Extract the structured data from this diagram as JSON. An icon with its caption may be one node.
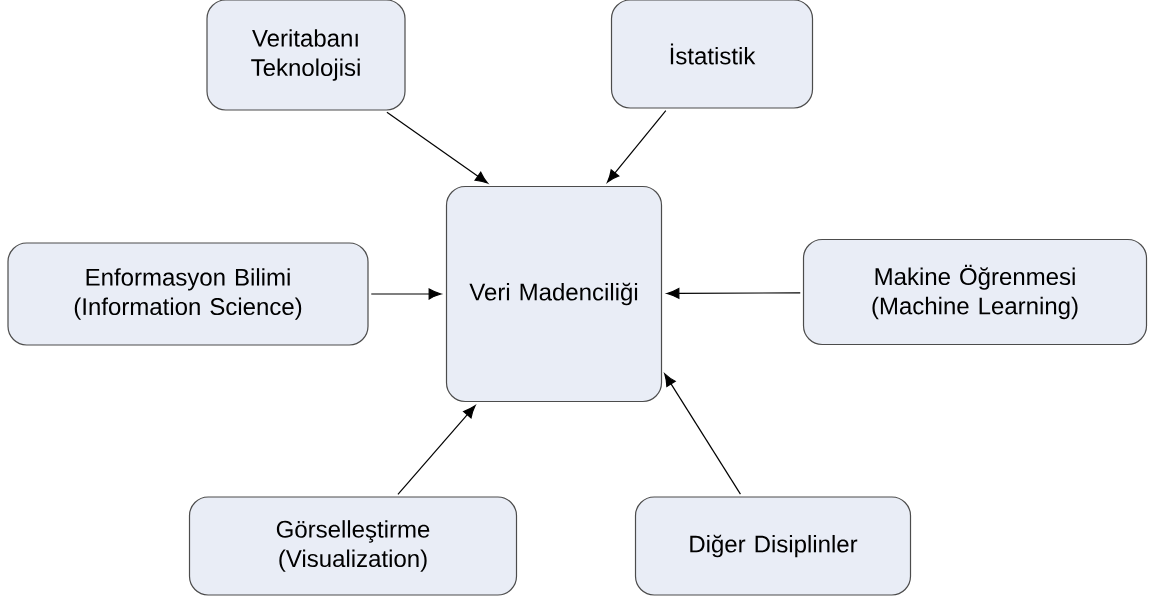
{
  "diagram": {
    "nodes": [
      {
        "text": [
          "Veritabanı Teknolojisi"
        ]
      },
      {
        "text": [
          "İstatistik"
        ]
      },
      {
        "text": [
          "Enformasyon Bilimi (Information Science)"
        ]
      },
      {
        "text": [
          "Veri Madenciliği"
        ]
      },
      {
        "text": [
          "Makine Öğrenmesi (Machine Learning)"
        ]
      },
      {
        "text": [
          "Görselleştirme (Visualization)"
        ]
      },
      {
        "text": [
          "Diğer Disiplinler"
        ]
      }
    ],
    "edges": [
      {
        "from": 0,
        "to": 3,
        "arrow": "to"
      },
      {
        "from": 1,
        "to": 3,
        "arrow": "to"
      },
      {
        "from": 2,
        "to": 3,
        "arrow": "to"
      },
      {
        "from": 4,
        "to": 3,
        "arrow": "to"
      },
      {
        "from": 5,
        "to": 3,
        "arrow": "to"
      },
      {
        "from": 6,
        "to": 3,
        "arrow": "to"
      }
    ]
  }
}
